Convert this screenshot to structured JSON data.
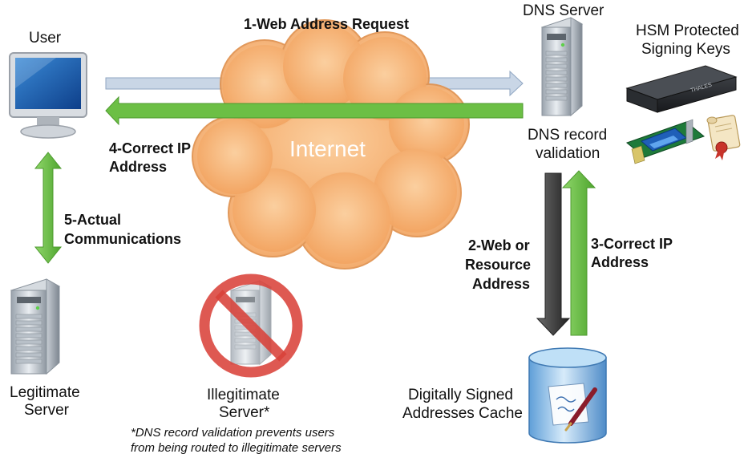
{
  "labels": {
    "user": "User",
    "dns_server": "DNS Server",
    "hsm_line1": "HSM Protected",
    "hsm_line2": "Signing Keys",
    "request": "1-Web Address Request",
    "internet": "Internet",
    "dns_validation_line1": "DNS record",
    "dns_validation_line2": "validation",
    "correct_ip_4_line1": "4-Correct IP",
    "correct_ip_4_line2": "Address",
    "actual_comm_line1": "5-Actual",
    "actual_comm_line2": "Communications",
    "web_resource_line1": "2-Web or",
    "web_resource_line2": "Resource",
    "web_resource_line3": "Address",
    "correct_ip_3_line1": "3-Correct IP",
    "correct_ip_3_line2": "Address",
    "legit_line1": "Legitimate",
    "legit_line2": "Server",
    "illegit_line1": "Illegitimate",
    "illegit_line2": "Server*",
    "cache_line1": "Digitally Signed",
    "cache_line2": "Addresses Cache",
    "footnote_line1": "*DNS record validation prevents users",
    "footnote_line2": "from being routed to illegitimate servers",
    "hsm_brand": "THALES"
  },
  "colors": {
    "request_arrow": "#c9d6e6",
    "response_arrow": "#6cbf45",
    "query_arrow": "#444444",
    "cloud_fill": "#f7b87a",
    "no_sign": "#d9423a"
  }
}
